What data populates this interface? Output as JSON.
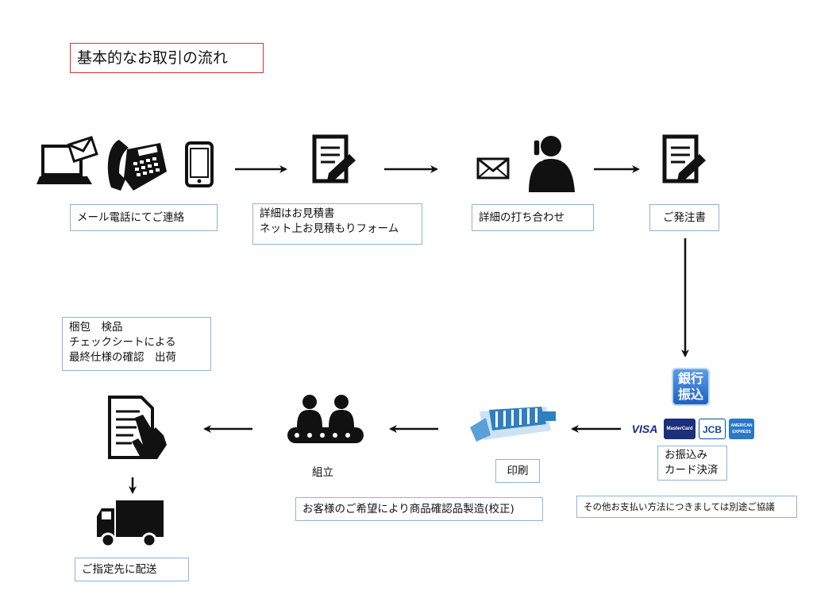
{
  "title": "基本的なお取引の流れ",
  "steps": {
    "contact": {
      "label": "メール電話にてご連絡",
      "icons": [
        "laptop-mail-icon",
        "office-phone-icon",
        "smartphone-icon"
      ]
    },
    "estimate": {
      "lines": [
        "詳細はお見積書",
        "ネット上お見積もりフォーム"
      ],
      "icon": "document-pen-icon"
    },
    "meeting": {
      "label": "詳細の打ち合わせ",
      "icons": [
        "envelope-icon",
        "person-on-phone-icon"
      ]
    },
    "order": {
      "label": "ご発注書",
      "icon": "document-pen-icon"
    },
    "payment": {
      "badge_lines": [
        "銀行",
        "振込"
      ],
      "cards": {
        "visa": "VISA",
        "mastercard": "MasterCard",
        "jcb": "JCB",
        "amex": "AMERICAN EXPRESS"
      },
      "lines": [
        "お振込み",
        "カード決済"
      ],
      "note": "その他お支払い方法につきましては別途ご協議"
    },
    "print": {
      "label": "印刷",
      "note": "お客様のご希望により商品確認品製造(校正)",
      "icon": "printing-press-icon"
    },
    "assembly": {
      "label": "組立",
      "icon": "conveyor-workers-icon"
    },
    "inspection": {
      "lines": [
        "梱包　検品",
        "チェックシートによる",
        "最終仕様の確認　出荷"
      ],
      "icon": "checklist-hand-icon"
    },
    "delivery": {
      "label": "ご指定先に配送",
      "icon": "truck-icon"
    }
  },
  "colors": {
    "title_border": "#d9322e",
    "box_border": "#8fb3d9",
    "bank_badge": "#1b5fc0"
  }
}
